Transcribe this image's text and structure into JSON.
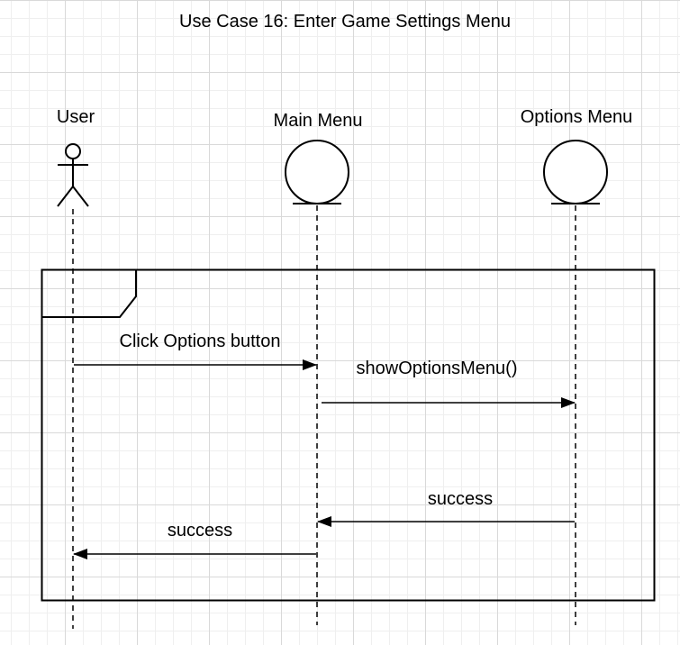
{
  "title": "Use Case 16: Enter Game Settings Menu",
  "participants": {
    "user": {
      "label": "User",
      "kind": "actor"
    },
    "main_menu": {
      "label": "Main Menu",
      "kind": "boundary"
    },
    "options_menu": {
      "label": "Options Menu",
      "kind": "boundary"
    }
  },
  "messages": [
    {
      "label": "Click Options button",
      "from": "User",
      "to": "Main Menu"
    },
    {
      "label": "showOptionsMenu()",
      "from": "Main Menu",
      "to": "Options Menu"
    },
    {
      "label": "success",
      "from": "Options Menu",
      "to": "Main Menu"
    },
    {
      "label": "success",
      "from": "Main Menu",
      "to": "User"
    }
  ],
  "fragment": {
    "operator": ""
  }
}
